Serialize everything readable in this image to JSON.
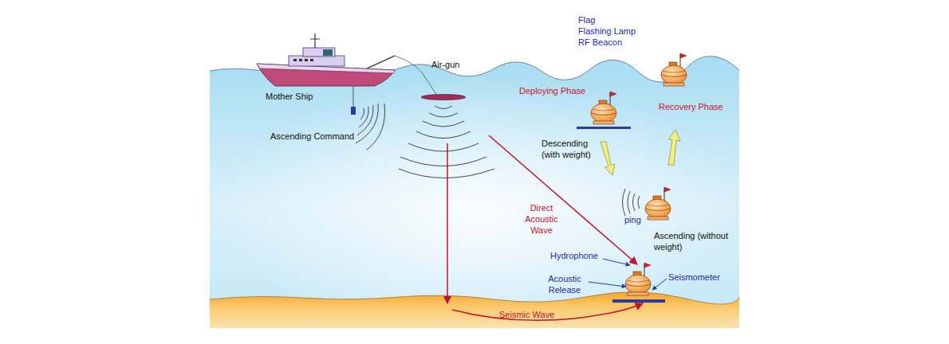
{
  "diagram": {
    "labels": [
      "Flag",
      "Flashing Lamp",
      "RF Beacon",
      "Mother Ship",
      "Air-gun",
      "Deploying Phase",
      "Recovery Phase",
      "Ascending Command",
      "Descending (with weight)",
      "Direct Acoustic Wave",
      "ping",
      "Ascending (without weight)",
      "Hydrophone",
      "Acoustic Release",
      "Seismometer",
      "Seismic Wave"
    ]
  }
}
